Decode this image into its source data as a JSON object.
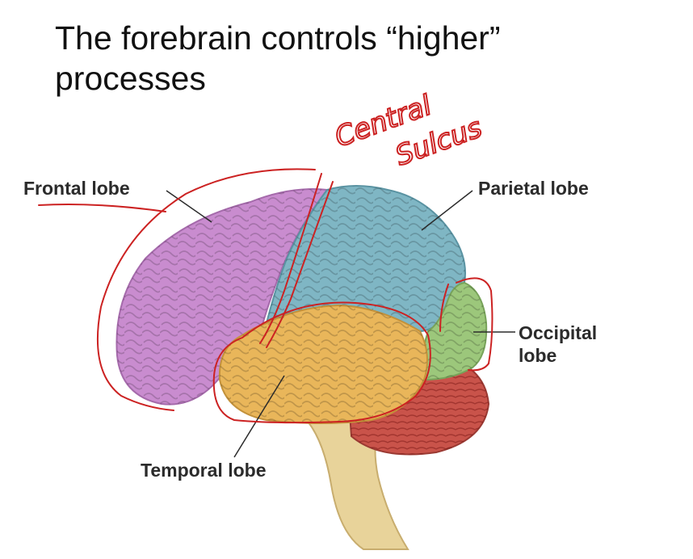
{
  "slide": {
    "title_line1": "The forebrain controls “higher”",
    "title_line2": "processes"
  },
  "labels": {
    "frontal": "Frontal lobe",
    "parietal": "Parietal lobe",
    "occipital_line1": "Occipital",
    "occipital_line2": "lobe",
    "temporal": "Temporal lobe"
  },
  "annotations": {
    "handwritten_line1": "Central",
    "handwritten_line2": "Sulcus"
  },
  "colors": {
    "frontal": "#c98ccf",
    "parietal": "#7fb6c4",
    "occipital": "#9cc77b",
    "temporal": "#e9b65a",
    "cerebellum": "#c9534a",
    "brainstem": "#e8d39a",
    "ink": "#cc2222"
  }
}
